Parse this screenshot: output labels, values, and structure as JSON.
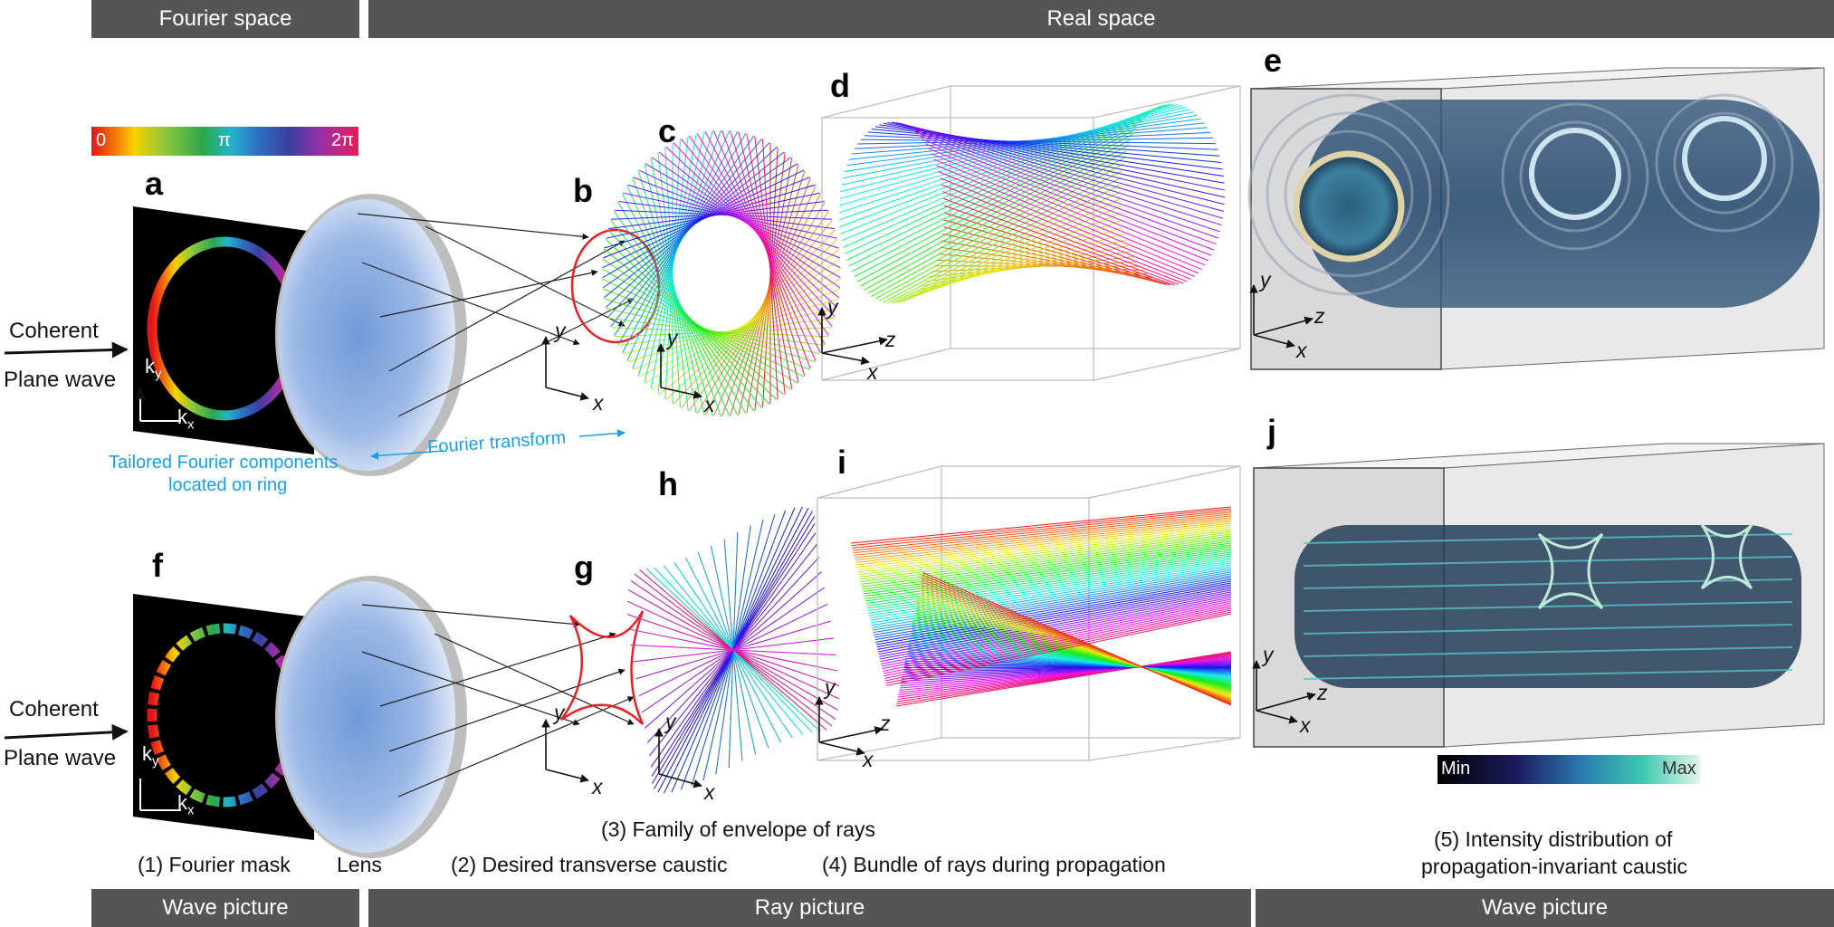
{
  "headers": {
    "fourier_space": "Fourier space",
    "real_space": "Real space",
    "wave_picture_left": "Wave picture",
    "ray_picture": "Ray picture",
    "wave_picture_right": "Wave picture"
  },
  "panel_labels": [
    "a",
    "b",
    "c",
    "d",
    "e",
    "f",
    "g",
    "h",
    "i",
    "j"
  ],
  "phase_colorbar": {
    "min": "0",
    "mid": "π",
    "max": "2π"
  },
  "intensity_colorbar": {
    "min": "Min",
    "max": "Max"
  },
  "input": {
    "line1": "Coherent",
    "line2": "Plane wave"
  },
  "annotations": {
    "fourier_components": "Tailored Fourier components",
    "located_on_ring": "located on ring",
    "fourier_transform": "Fourier transform"
  },
  "axes": {
    "x": "x",
    "y": "y",
    "z": "z",
    "kx": "k",
    "kx_sub": "x",
    "ky": "k",
    "ky_sub": "y"
  },
  "captions": {
    "fourier_mask": "(1) Fourier mask",
    "lens": "Lens",
    "desired_caustic": "(2) Desired transverse caustic",
    "family_envelope": "(3) Family of envelope of rays",
    "bundle_rays": "(4) Bundle of rays during propagation",
    "intensity_line1": "(5) Intensity distribution of",
    "intensity_line2": "propagation-invariant caustic"
  },
  "colors": {
    "band": "#555555",
    "annotation_blue": "#1a9ee8",
    "caustic_red": "#e8202a",
    "lens_blue": "#6f9ad8"
  }
}
